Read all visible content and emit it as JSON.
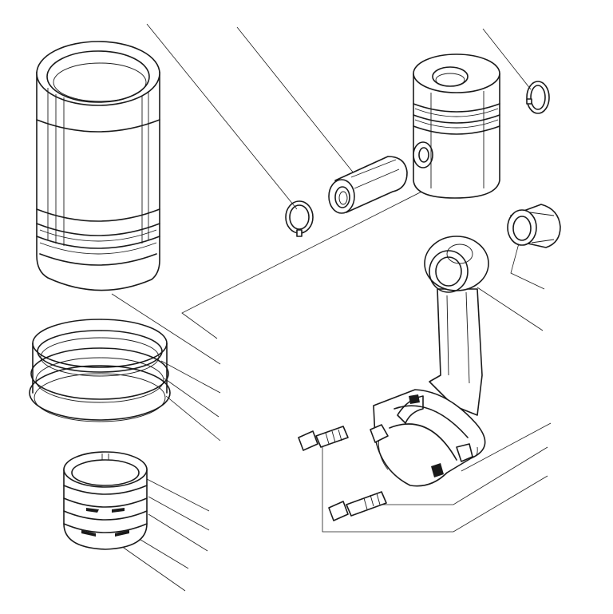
{
  "figure": {
    "background": "#ffffff",
    "ink": "#1a1a1a",
    "parts": [
      "cylinder-liner",
      "liner-seal-rings",
      "piston-rings",
      "piston",
      "piston-pin",
      "piston-pin-circlip-left",
      "piston-pin-circlip-right",
      "connecting-rod-bushing",
      "connecting-rod",
      "connecting-rod-cap",
      "connecting-rod-bolts"
    ]
  }
}
